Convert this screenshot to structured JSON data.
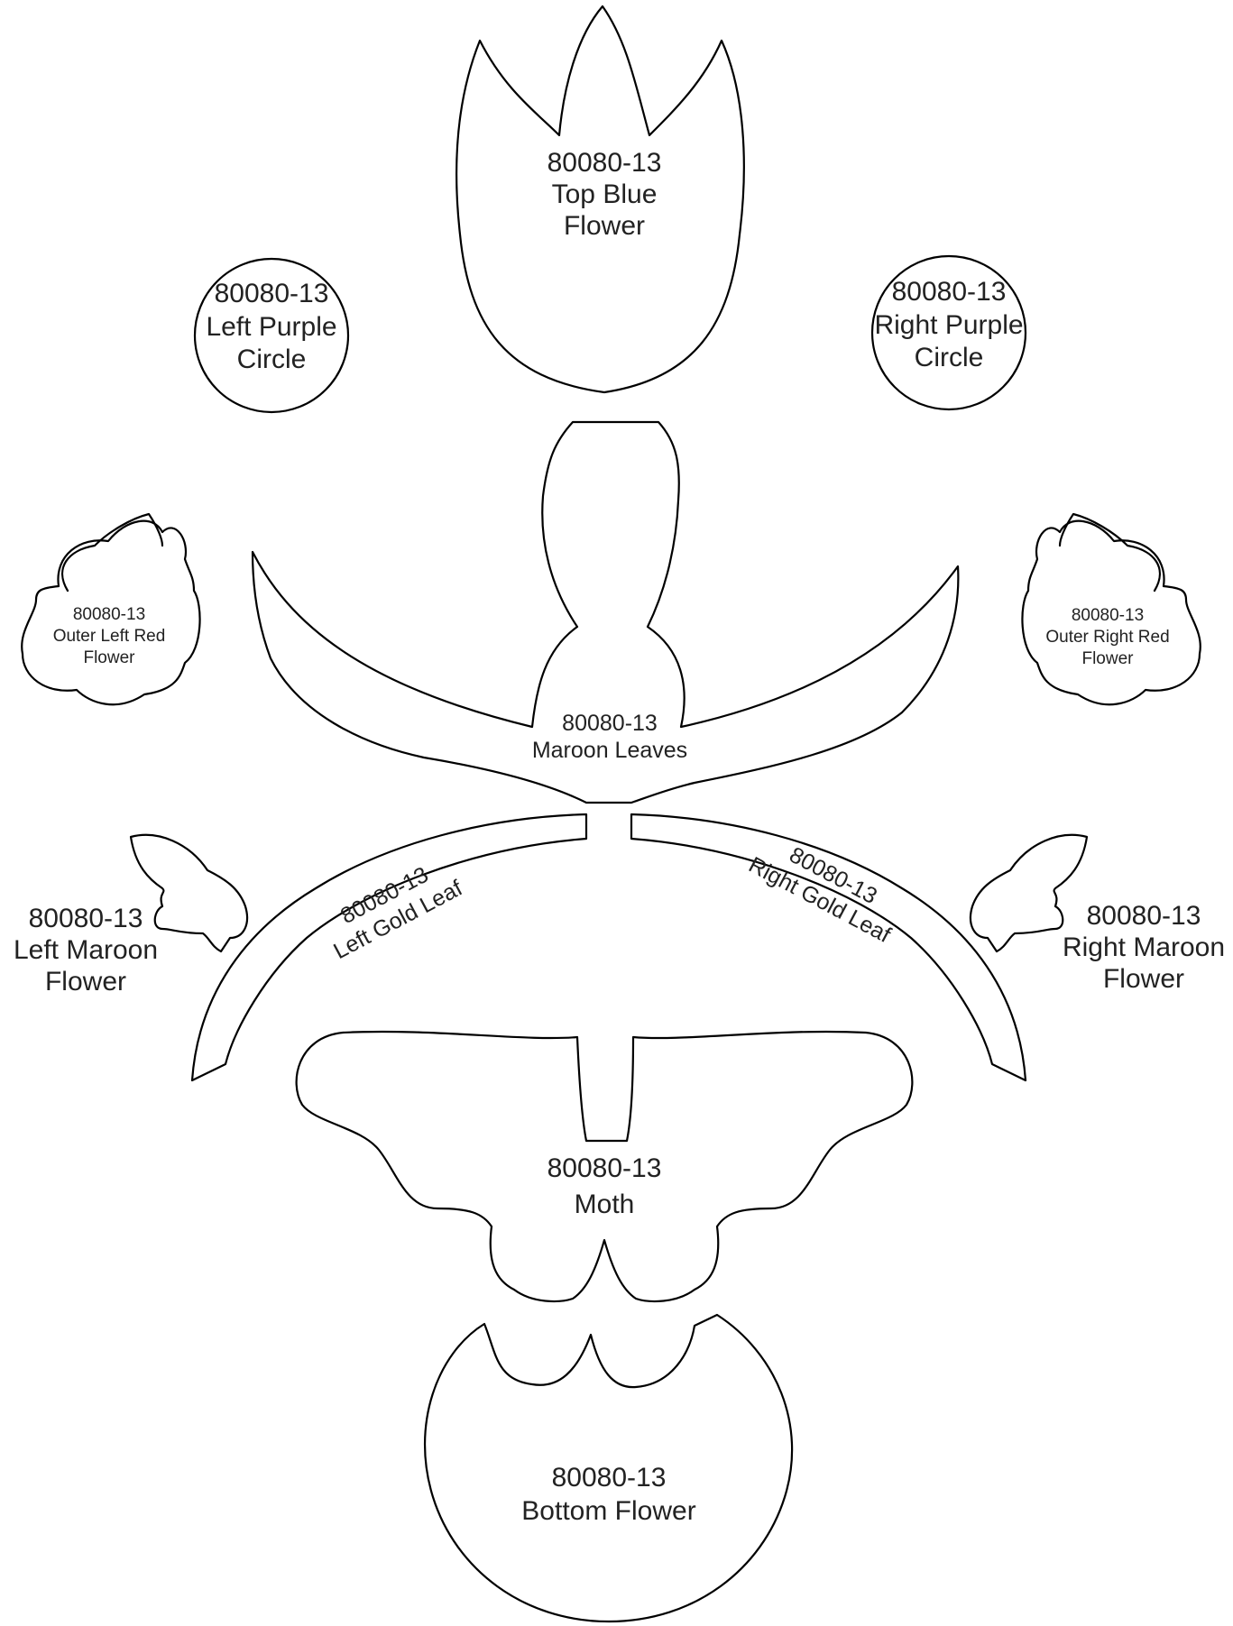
{
  "pattern_code": "80080-13",
  "pieces": {
    "top_blue_flower": {
      "line1": "80080-13",
      "line2": "Top Blue",
      "line3": "Flower"
    },
    "left_purple_circle": {
      "line1": "80080-13",
      "line2": "Left Purple",
      "line3": "Circle"
    },
    "right_purple_circle": {
      "line1": "80080-13",
      "line2": "Right Purple",
      "line3": "Circle"
    },
    "outer_left_red_flower": {
      "line1": "80080-13",
      "line2": "Outer Left Red",
      "line3": "Flower"
    },
    "outer_right_red_flower": {
      "line1": "80080-13",
      "line2": "Outer Right Red",
      "line3": "Flower"
    },
    "maroon_leaves": {
      "line1": "80080-13",
      "line2": "Maroon Leaves"
    },
    "left_gold_leaf": {
      "line1": "80080-13",
      "line2": "Left Gold Leaf"
    },
    "right_gold_leaf": {
      "line1": "80080-13",
      "line2": "Right Gold Leaf"
    },
    "left_maroon_flower": {
      "line1": "80080-13",
      "line2": "Left Maroon",
      "line3": "Flower"
    },
    "right_maroon_flower": {
      "line1": "80080-13",
      "line2": "Right Maroon",
      "line3": "Flower"
    },
    "moth": {
      "line1": "80080-13",
      "line2": "Moth"
    },
    "bottom_flower": {
      "line1": "80080-13",
      "line2": "Bottom Flower"
    }
  },
  "colors": {
    "outline": "#000000",
    "background": "#ffffff"
  }
}
